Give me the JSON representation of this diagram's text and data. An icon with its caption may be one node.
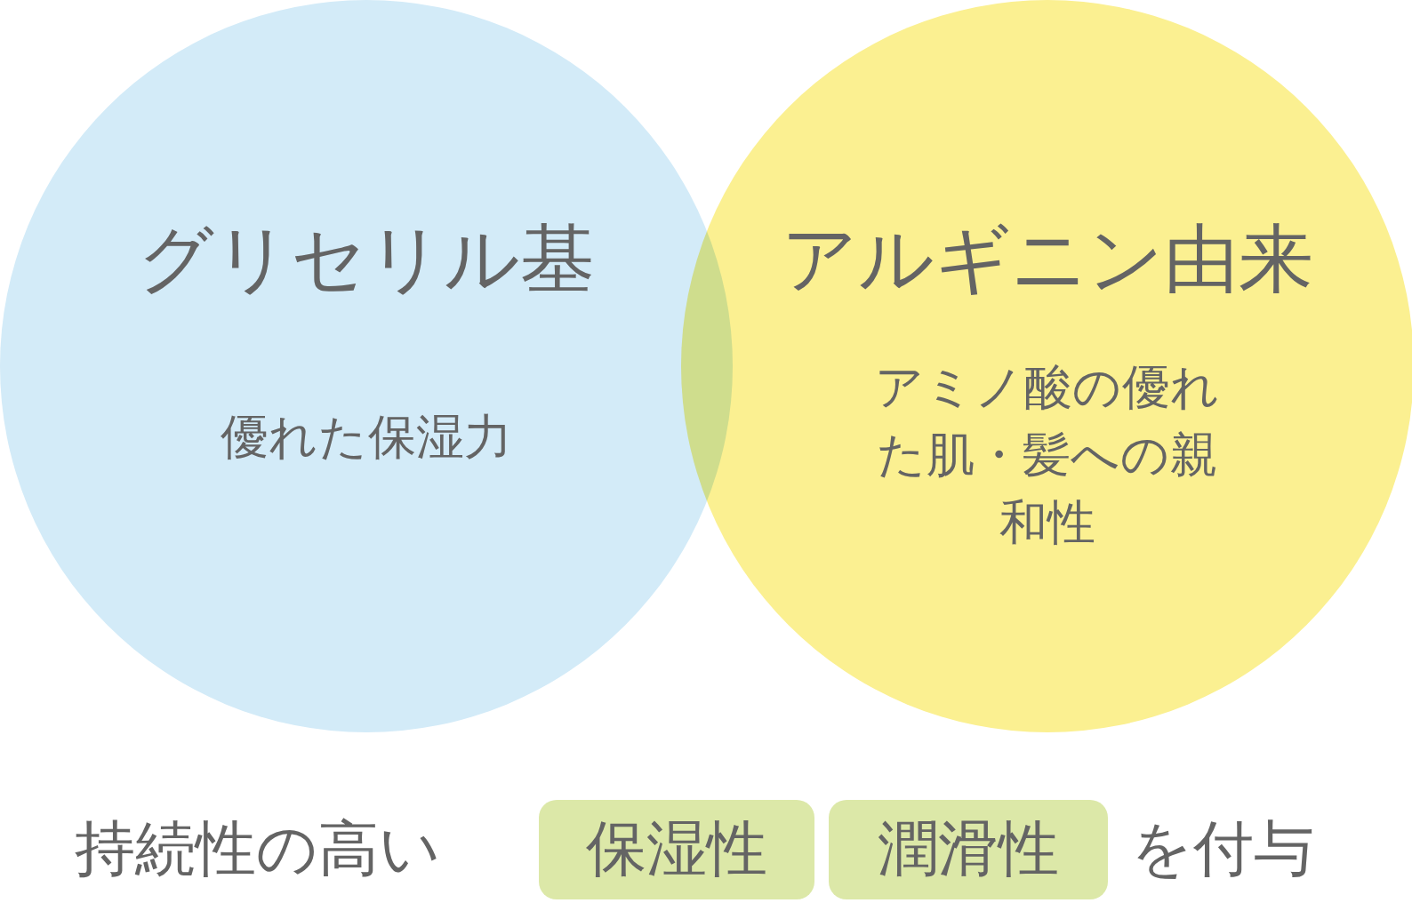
{
  "diagram": {
    "nodes": [
      {
        "text": [
          "グリセリル基",
          "優れた保湿力"
        ]
      },
      {
        "text": [
          "アルギニン由来",
          "アミノ酸の優れた肌・髪への親和性"
        ]
      },
      {
        "text": [
          "保湿性"
        ]
      },
      {
        "text": [
          "潤滑性"
        ]
      }
    ],
    "labels": [
      "持続性の高い",
      "を付与"
    ]
  }
}
